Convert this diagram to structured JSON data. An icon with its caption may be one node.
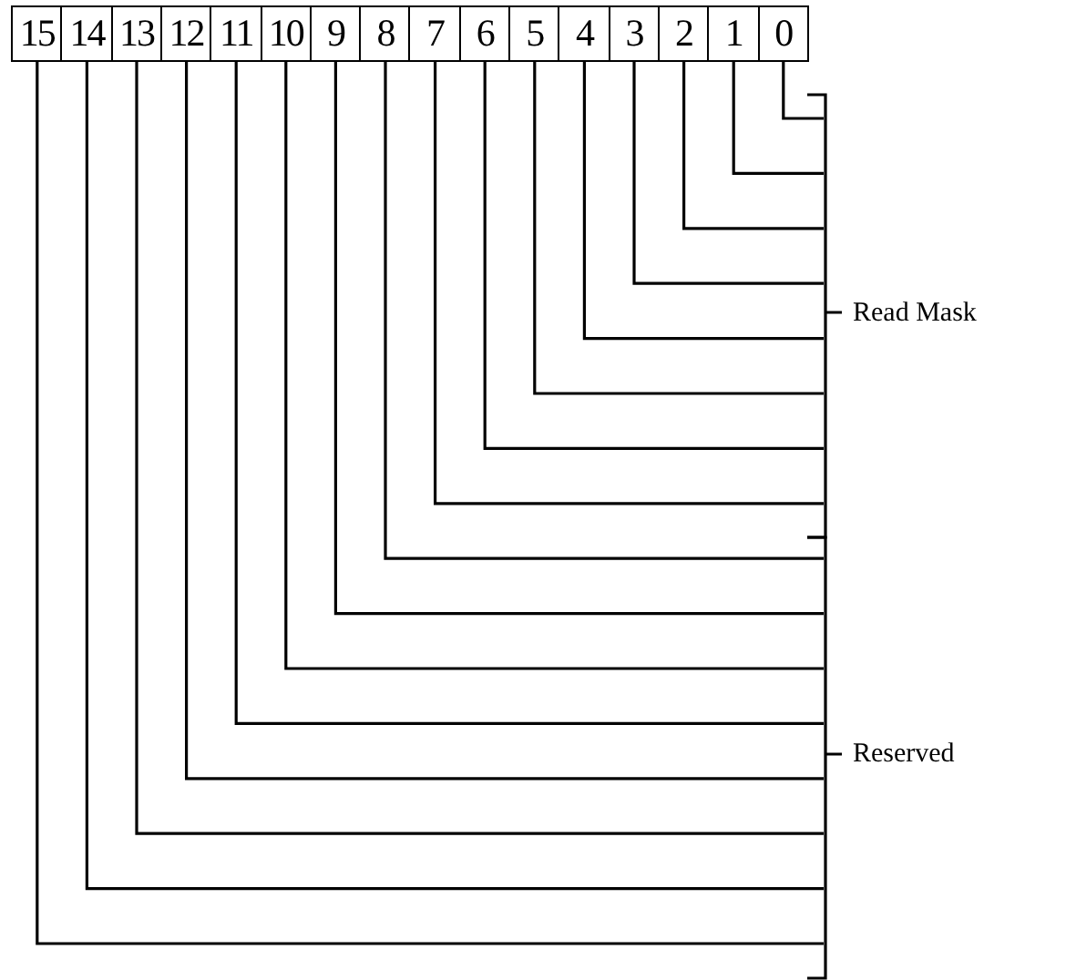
{
  "diagram": {
    "nodes": [
      {
        "text": [
          "15"
        ]
      },
      {
        "text": [
          "14"
        ]
      },
      {
        "text": [
          "13"
        ]
      },
      {
        "text": [
          "12"
        ]
      },
      {
        "text": [
          "11"
        ]
      },
      {
        "text": [
          "10"
        ]
      },
      {
        "text": [
          "9"
        ]
      },
      {
        "text": [
          "8"
        ]
      },
      {
        "text": [
          "7"
        ]
      },
      {
        "text": [
          "6"
        ]
      },
      {
        "text": [
          "5"
        ]
      },
      {
        "text": [
          "4"
        ]
      },
      {
        "text": [
          "3"
        ]
      },
      {
        "text": [
          "2"
        ]
      },
      {
        "text": [
          "1"
        ]
      },
      {
        "text": [
          "0"
        ]
      },
      {
        "text": [
          "Read Mask"
        ]
      },
      {
        "text": [
          "Reserved"
        ]
      }
    ],
    "edges": [
      {
        "from": 15,
        "to": 16,
        "arrow": "none"
      },
      {
        "from": 14,
        "to": 16,
        "arrow": "none"
      },
      {
        "from": 13,
        "to": 16,
        "arrow": "none"
      },
      {
        "from": 12,
        "to": 16,
        "arrow": "none"
      },
      {
        "from": 11,
        "to": 16,
        "arrow": "none"
      },
      {
        "from": 10,
        "to": 16,
        "arrow": "none"
      },
      {
        "from": 9,
        "to": 16,
        "arrow": "none"
      },
      {
        "from": 8,
        "to": 16,
        "arrow": "none"
      },
      {
        "from": 7,
        "to": 17,
        "arrow": "none"
      },
      {
        "from": 6,
        "to": 17,
        "arrow": "none"
      },
      {
        "from": 5,
        "to": 17,
        "arrow": "none"
      },
      {
        "from": 4,
        "to": 17,
        "arrow": "none"
      },
      {
        "from": 3,
        "to": 17,
        "arrow": "none"
      },
      {
        "from": 2,
        "to": 17,
        "arrow": "none"
      },
      {
        "from": 1,
        "to": 17,
        "arrow": "none"
      },
      {
        "from": 0,
        "to": 17,
        "arrow": "none"
      }
    ]
  }
}
